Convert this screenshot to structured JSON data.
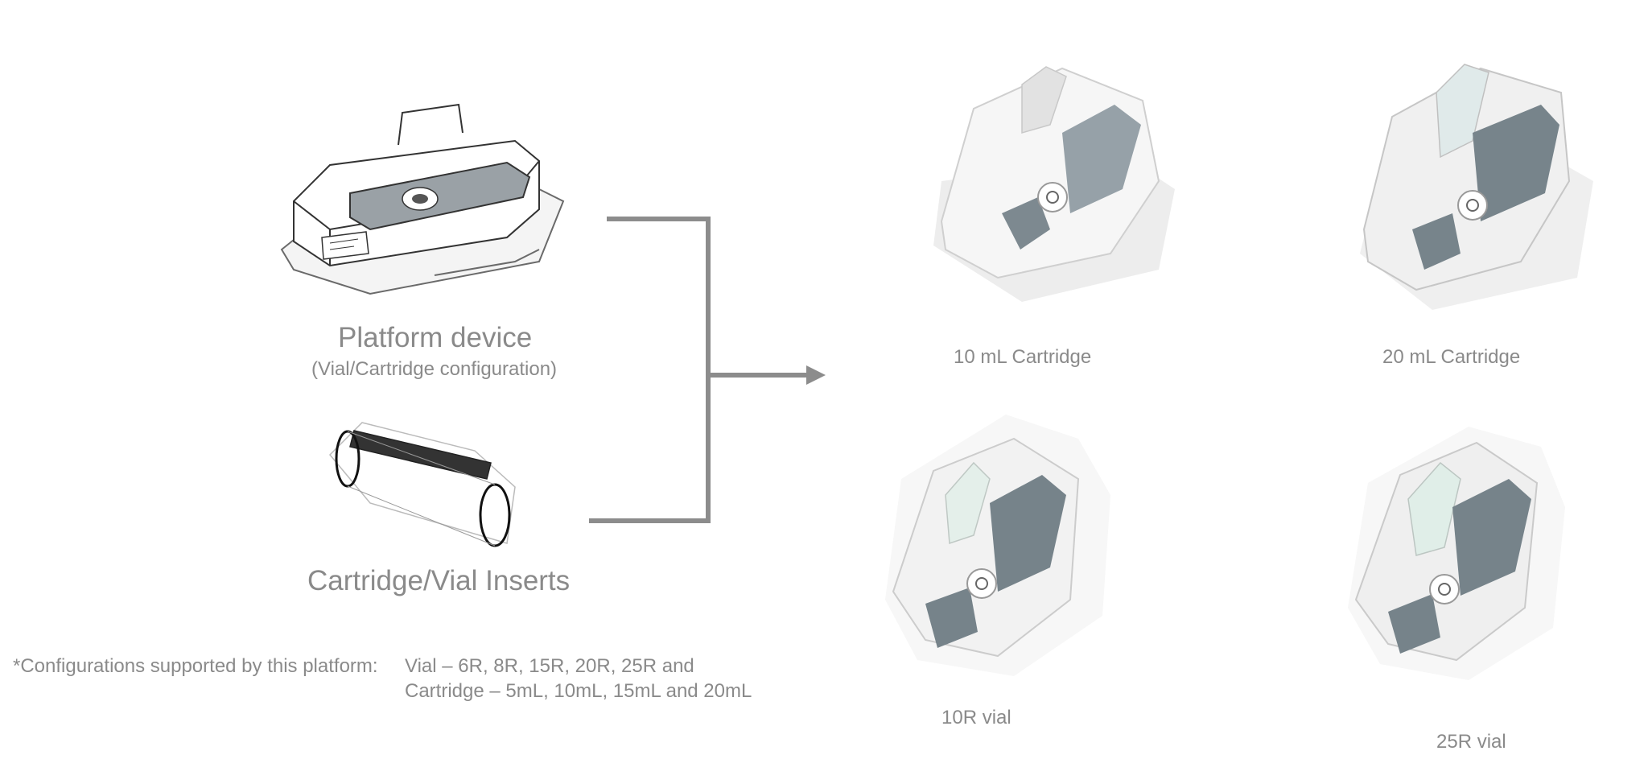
{
  "platform": {
    "title": "Platform device",
    "subtitle": "(Vial/Cartridge configuration)"
  },
  "inserts": {
    "title": "Cartridge/Vial Inserts"
  },
  "footnote": {
    "lead": "*Configurations supported by this platform:",
    "line1": "Vial – 6R, 8R, 15R, 20R, 25R and",
    "line2": "Cartridge – 5mL, 10mL, 15mL and 20mL"
  },
  "variants": {
    "cartridge_10": "10 mL Cartridge",
    "cartridge_20": "20 mL Cartridge",
    "vial_10r": "10R vial",
    "vial_25r": "25R vial"
  },
  "colors": {
    "text": "#8a8a8a",
    "connector": "#8c8c8c",
    "screen": "#7b878e",
    "body": "#f3f3f3"
  }
}
